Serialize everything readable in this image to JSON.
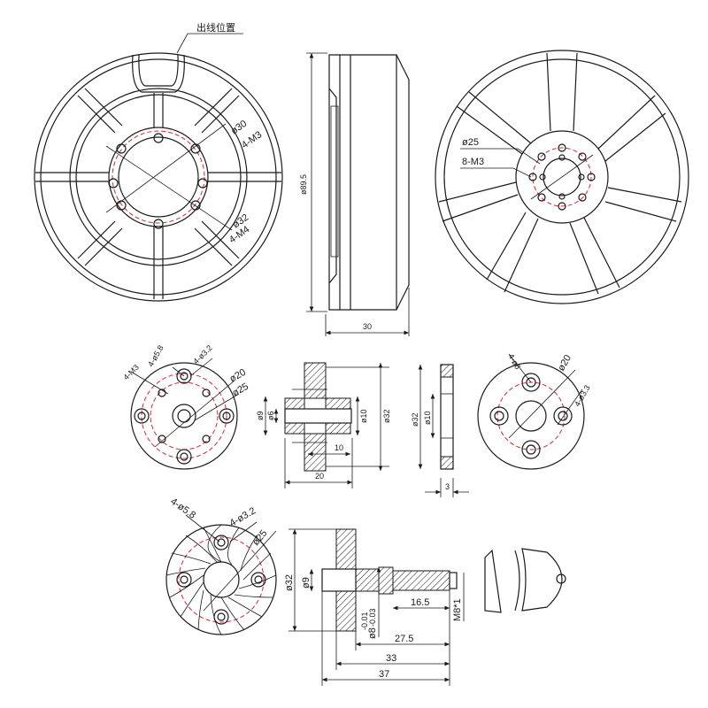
{
  "outlet_position": "出线位置",
  "motor_front": {
    "d30": "ø30",
    "m3": "4-M3",
    "d32": "ø32",
    "m4": "4-M4"
  },
  "motor_side": {
    "dia": "ø89.5",
    "width": "30"
  },
  "motor_back": {
    "d25": "ø25",
    "m3": "8-M3"
  },
  "adapter_top": {
    "d58": "4-ø5.8",
    "d32": "4-ø3.2",
    "m3": "4-M3",
    "d20": "ø20",
    "d25": "ø25"
  },
  "adapter_section": {
    "d9": "ø9",
    "d6": "ø6",
    "d10": "ø10",
    "d32": "ø32",
    "len10": "10",
    "len20": "20"
  },
  "plate_section": {
    "d32": "ø32",
    "d10": "ø10",
    "t3": "3"
  },
  "plate_front": {
    "d6": "4-ø6",
    "d20": "ø20",
    "d33": "4-ø3.3"
  },
  "prop_adapter_front": {
    "d58": "4-ø5.8",
    "d32": "4-ø3.2",
    "d25": "ø25"
  },
  "prop_shaft": {
    "d32": "ø32",
    "d9": "ø9",
    "d8": "ø8",
    "tol_hi": "-0.01",
    "tol_lo": "-0.03",
    "l165": "16.5",
    "l275": "27.5",
    "l33": "33",
    "l37": "37",
    "thread": "M8*1"
  }
}
